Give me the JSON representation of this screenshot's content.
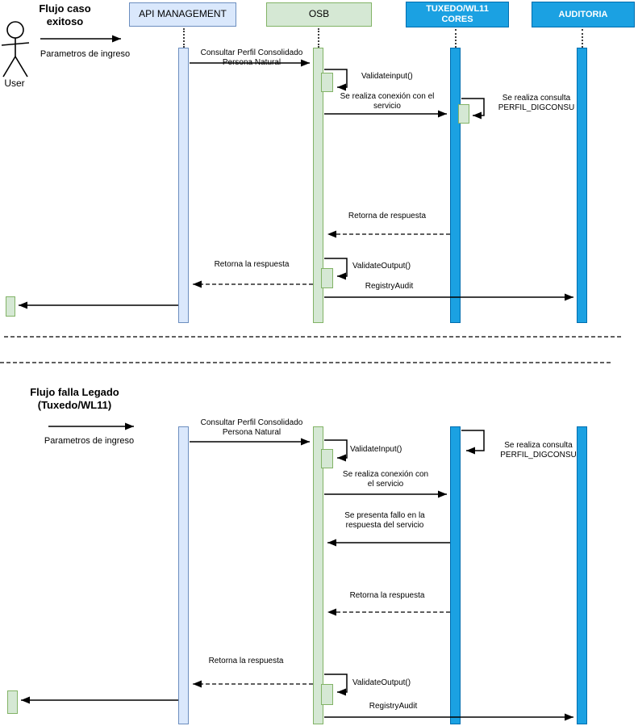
{
  "participants": {
    "api": {
      "label": "API MANAGEMENT"
    },
    "osb": {
      "label": "OSB"
    },
    "tuxedo": {
      "line1": "TUXEDO/WL11",
      "line2": "CORES"
    },
    "auditoria": {
      "label": "AUDITORIA"
    }
  },
  "actor": {
    "label": "User"
  },
  "flow1": {
    "title_line1": "Flujo caso",
    "title_line2": "exitoso",
    "params": "Parametros de ingreso",
    "consultar_line1": "Consultar Perfil Consolidado",
    "consultar_line2": "Persona Natural",
    "validate_input": "Validateinput()",
    "conexion_line1": "Se realiza conexión con el",
    "conexion_line2": "servicio",
    "consulta_line1": "Se realiza consulta",
    "consulta_line2": "PERFIL_DIGCONSU",
    "retorna_de": "Retorna de respuesta",
    "retorna_la": "Retorna la respuesta",
    "validate_output": "ValidateOutput()",
    "registry_audit": "RegistryAudit"
  },
  "flow2": {
    "title_line1": "Flujo falla Legado",
    "title_line2": "(Tuxedo/WL11)",
    "params": "Parametros de ingreso",
    "consultar_line1": "Consultar Perfil Consolidado",
    "consultar_line2": "Persona Natural",
    "validate_input": "ValidateInput()",
    "consulta_line1": "Se realiza consulta",
    "consulta_line2": "PERFIL_DIGCONSU",
    "conexion_line1": "Se realiza conexión con",
    "conexion_line2": "el servicio",
    "fallo_line1": "Se presenta fallo en la",
    "fallo_line2": "respuesta del servicio",
    "retorna_tuxedo": "Retorna la respuesta",
    "retorna_api": "Retorna la respuesta",
    "validate_output": "ValidateOutput()",
    "registry_audit": "RegistryAudit"
  },
  "colors": {
    "light_blue_fill": "#dae8fc",
    "light_blue_border": "#6c8ebf",
    "green_fill": "#d5e8d4",
    "green_border": "#82b366",
    "blue_fill": "#1ba1e2",
    "blue_border": "#006eaf"
  }
}
